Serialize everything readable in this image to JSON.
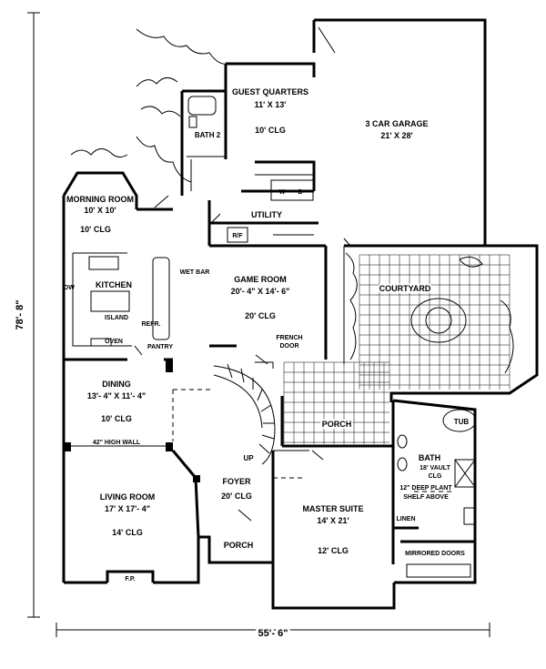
{
  "dimensions": {
    "width_label": "55'- 6\"",
    "depth_label": "78'- 8\""
  },
  "rooms": {
    "guest_quarters": {
      "name": "GUEST QUARTERS",
      "size": "11' X 13'",
      "ceiling": "10' CLG"
    },
    "bath2": {
      "name": "BATH 2"
    },
    "garage": {
      "name": "3 CAR GARAGE",
      "size": "21' X 28'"
    },
    "morning_room": {
      "name": "MORNING ROOM",
      "size": "10' X 10'",
      "ceiling": "10' CLG"
    },
    "utility": {
      "name": "UTILITY",
      "rf": "R/F",
      "w": "W",
      "d": "D"
    },
    "kitchen": {
      "name": "KITCHEN",
      "island": "ISLAND",
      "oven": "OVEN",
      "dw": "DW",
      "refr": "REFR.",
      "pantry": "PANTRY",
      "wet_bar": "WET BAR"
    },
    "game_room": {
      "name": "GAME ROOM",
      "size": "20'- 4\" X 14'- 6\"",
      "ceiling": "20' CLG",
      "french_door_1": "FRENCH",
      "french_door_2": "DOOR"
    },
    "courtyard": {
      "name": "COURTYARD"
    },
    "dining": {
      "name": "DINING",
      "size": "13'- 4\" X 11'- 4\"",
      "ceiling": "10' CLG",
      "wall_note": "42\" HIGH WALL"
    },
    "porch_rear": {
      "name": "PORCH"
    },
    "tub": {
      "name": "TUB"
    },
    "bath": {
      "name": "BATH",
      "vault_1": "18' VAULT",
      "vault_2": "CLG",
      "shelf_1": "12\" DEEP PLANT",
      "shelf_2": "SHELF ABOVE",
      "linen": "LINEN"
    },
    "stair": {
      "up": "UP"
    },
    "living_room": {
      "name": "LIVING ROOM",
      "size": "17' X 17'- 4\"",
      "ceiling": "14' CLG",
      "fp": "F.P."
    },
    "foyer": {
      "name": "FOYER",
      "ceiling": "20' CLG"
    },
    "master_suite": {
      "name": "MASTER SUITE",
      "size": "14' X 21'",
      "ceiling": "12' CLG",
      "mirrored_doors": "MIRRORED DOORS"
    },
    "porch_front": {
      "name": "PORCH"
    }
  }
}
